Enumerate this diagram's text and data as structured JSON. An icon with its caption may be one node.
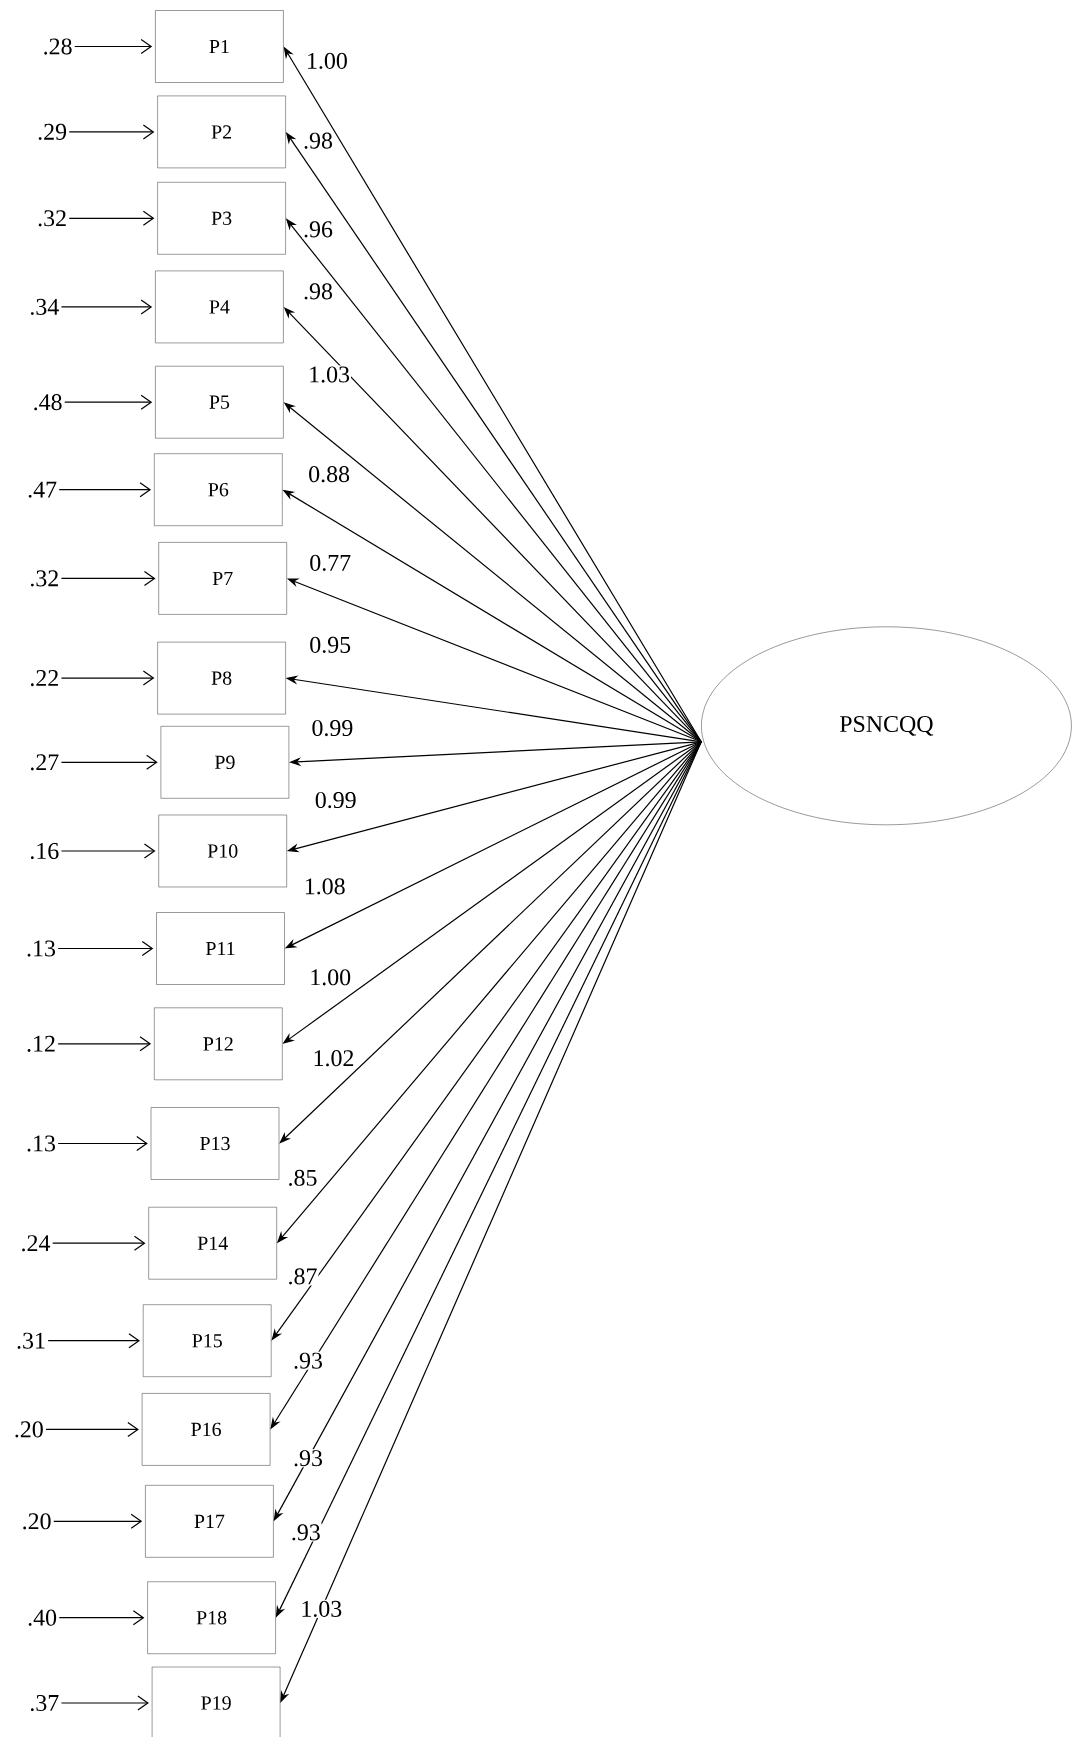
{
  "diagram": {
    "nodes": [
      {
        "text": [
          "P1"
        ]
      },
      {
        "text": [
          "P2"
        ]
      },
      {
        "text": [
          "P3"
        ]
      },
      {
        "text": [
          "P4"
        ]
      },
      {
        "text": [
          "P5"
        ]
      },
      {
        "text": [
          "P6"
        ]
      },
      {
        "text": [
          "P7"
        ]
      },
      {
        "text": [
          "P8"
        ]
      },
      {
        "text": [
          "P9"
        ]
      },
      {
        "text": [
          "P10"
        ]
      },
      {
        "text": [
          "P11"
        ]
      },
      {
        "text": [
          "P12"
        ]
      },
      {
        "text": [
          "P13"
        ]
      },
      {
        "text": [
          "P14"
        ]
      },
      {
        "text": [
          "P15"
        ]
      },
      {
        "text": [
          "P16"
        ]
      },
      {
        "text": [
          "P17"
        ]
      },
      {
        "text": [
          "P18"
        ]
      },
      {
        "text": [
          "P19"
        ]
      },
      {
        "text": [
          "PSNCQQ"
        ]
      },
      {
        "text": [
          ".28"
        ]
      },
      {
        "text": [
          ".29"
        ]
      },
      {
        "text": [
          ".32"
        ]
      },
      {
        "text": [
          ".34"
        ]
      },
      {
        "text": [
          ".48"
        ]
      },
      {
        "text": [
          ".47"
        ]
      },
      {
        "text": [
          ".32"
        ]
      },
      {
        "text": [
          ".22"
        ]
      },
      {
        "text": [
          ".27"
        ]
      },
      {
        "text": [
          ".16"
        ]
      },
      {
        "text": [
          ".13"
        ]
      },
      {
        "text": [
          ".12"
        ]
      },
      {
        "text": [
          ".13"
        ]
      },
      {
        "text": [
          ".24"
        ]
      },
      {
        "text": [
          ".31"
        ]
      },
      {
        "text": [
          ".20"
        ]
      },
      {
        "text": [
          ".20"
        ]
      },
      {
        "text": [
          ".40"
        ]
      },
      {
        "text": [
          ".37"
        ]
      }
    ],
    "edges": [
      {
        "from": 20,
        "to": 0,
        "arrow": "to"
      },
      {
        "from": 21,
        "to": 1,
        "arrow": "to"
      },
      {
        "from": 22,
        "to": 2,
        "arrow": "to"
      },
      {
        "from": 23,
        "to": 3,
        "arrow": "to"
      },
      {
        "from": 24,
        "to": 4,
        "arrow": "to"
      },
      {
        "from": 25,
        "to": 5,
        "arrow": "to"
      },
      {
        "from": 26,
        "to": 6,
        "arrow": "to"
      },
      {
        "from": 27,
        "to": 7,
        "arrow": "to"
      },
      {
        "from": 28,
        "to": 8,
        "arrow": "to"
      },
      {
        "from": 29,
        "to": 9,
        "arrow": "to"
      },
      {
        "from": 30,
        "to": 10,
        "arrow": "to"
      },
      {
        "from": 31,
        "to": 11,
        "arrow": "to"
      },
      {
        "from": 32,
        "to": 12,
        "arrow": "to"
      },
      {
        "from": 33,
        "to": 13,
        "arrow": "to"
      },
      {
        "from": 34,
        "to": 14,
        "arrow": "to"
      },
      {
        "from": 35,
        "to": 15,
        "arrow": "to"
      },
      {
        "from": 36,
        "to": 16,
        "arrow": "to"
      },
      {
        "from": 37,
        "to": 17,
        "arrow": "to"
      },
      {
        "from": 38,
        "to": 18,
        "arrow": "to"
      },
      {
        "from": 19,
        "to": 0,
        "arrow": "to",
        "label": "1.00"
      },
      {
        "from": 19,
        "to": 1,
        "arrow": "to",
        "label": ".98"
      },
      {
        "from": 19,
        "to": 2,
        "arrow": "to",
        "label": ".96"
      },
      {
        "from": 19,
        "to": 3,
        "arrow": "to",
        "label": ".98"
      },
      {
        "from": 19,
        "to": 4,
        "arrow": "to",
        "label": "1.03"
      },
      {
        "from": 19,
        "to": 5,
        "arrow": "to",
        "label": "0.88"
      },
      {
        "from": 19,
        "to": 6,
        "arrow": "to",
        "label": "0.77"
      },
      {
        "from": 19,
        "to": 7,
        "arrow": "to",
        "label": "0.95"
      },
      {
        "from": 19,
        "to": 8,
        "arrow": "to",
        "label": "0.99"
      },
      {
        "from": 19,
        "to": 9,
        "arrow": "to",
        "label": "0.99"
      },
      {
        "from": 19,
        "to": 10,
        "arrow": "to",
        "label": "1.08"
      },
      {
        "from": 19,
        "to": 11,
        "arrow": "to",
        "label": "1.00"
      },
      {
        "from": 19,
        "to": 12,
        "arrow": "to",
        "label": "1.02"
      },
      {
        "from": 19,
        "to": 13,
        "arrow": "to",
        "label": ".85"
      },
      {
        "from": 19,
        "to": 14,
        "arrow": "to",
        "label": ".87"
      },
      {
        "from": 19,
        "to": 15,
        "arrow": "to",
        "label": ".93"
      },
      {
        "from": 19,
        "to": 16,
        "arrow": "to",
        "label": ".93"
      },
      {
        "from": 19,
        "to": 17,
        "arrow": "to",
        "label": ".93"
      },
      {
        "from": 19,
        "to": 18,
        "arrow": "to",
        "label": "1.03"
      }
    ]
  }
}
